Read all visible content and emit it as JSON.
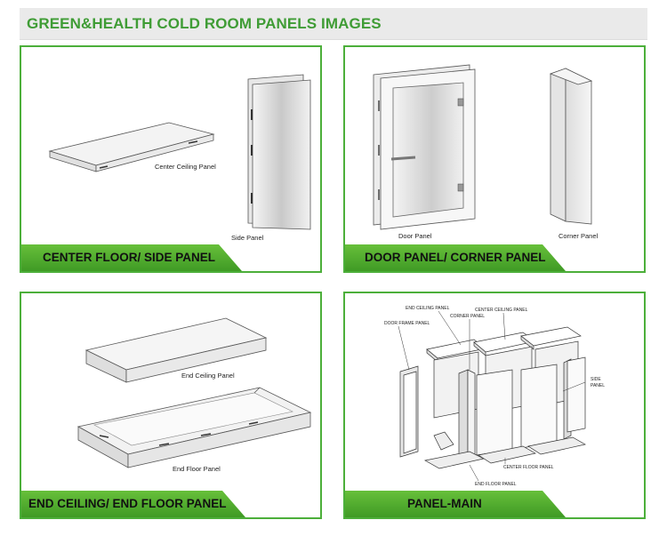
{
  "title": "GREEN&HEALTH COLD ROOM PANELS IMAGES",
  "panels": [
    {
      "banner": "CENTER FLOOR/ SIDE PANEL",
      "labels": [
        "Center Ceiling Panel",
        "Side Panel"
      ]
    },
    {
      "banner": "DOOR PANEL/ CORNER PANEL",
      "labels": [
        "Door Panel",
        "Corner Panel"
      ]
    },
    {
      "banner": "END CEILING/ END FLOOR PANEL",
      "labels": [
        "End Ceiling Panel",
        "End Floor Panel"
      ]
    },
    {
      "banner": "PANEL-MAIN",
      "labels": [
        "END CEILING PANEL",
        "CENTER CEILING PANEL",
        "CORNER PANEL",
        "DOOR FRAME PANEL",
        "SIDE",
        "PANEL",
        "CENTER FLOOR PANEL",
        "END FLOOR PANEL"
      ]
    }
  ],
  "colors": {
    "accent": "#4caf3a",
    "title": "#3f9c35",
    "banner": "#55b030"
  }
}
